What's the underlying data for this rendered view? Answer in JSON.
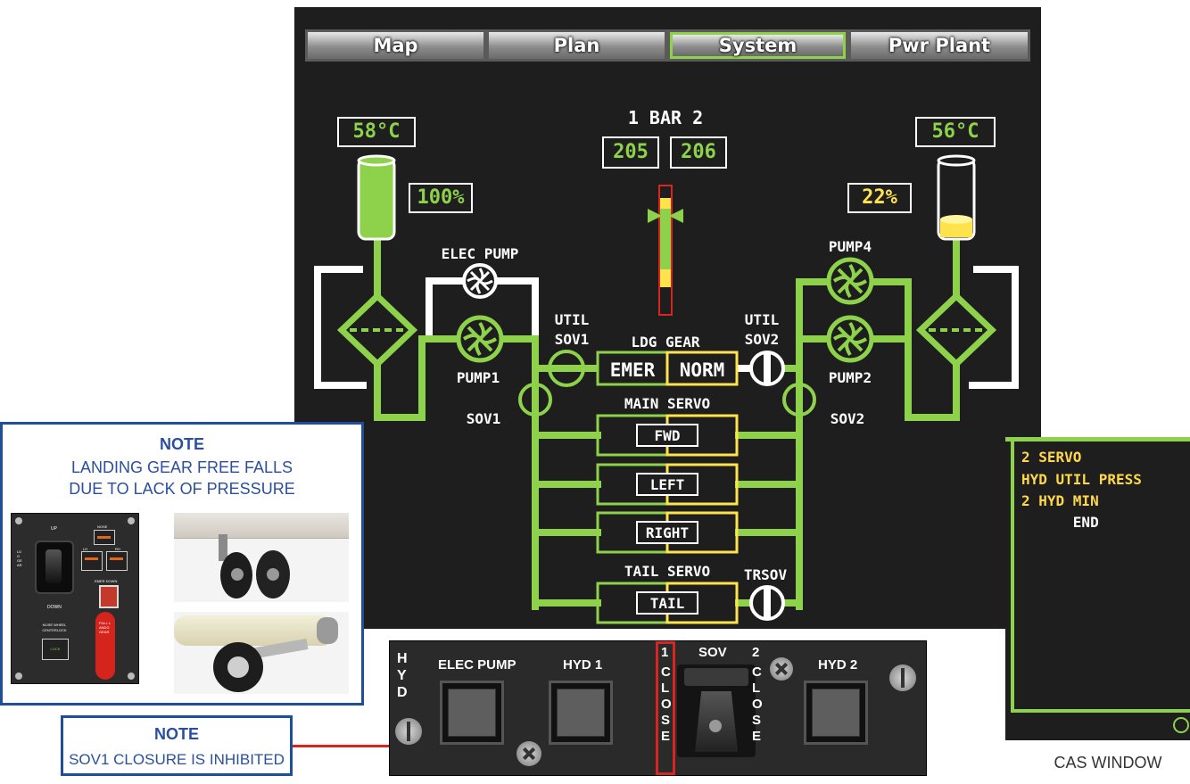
{
  "tabs": [
    {
      "label": "Map",
      "active": false
    },
    {
      "label": "Plan",
      "active": false
    },
    {
      "label": "System",
      "active": true
    },
    {
      "label": "Pwr Plant",
      "active": false
    }
  ],
  "system": {
    "left_temp": "58°C",
    "right_temp": "56°C",
    "left_qty": "100%",
    "right_qty": "22%",
    "bar_title": "1 BAR 2",
    "bar_left": "205",
    "bar_right": "206",
    "labels": {
      "elec_pump": "ELEC PUMP",
      "pump1": "PUMP1",
      "pump2": "PUMP2",
      "pump4": "PUMP4",
      "util_sov1_a": "UTIL",
      "util_sov1_b": "SOV1",
      "util_sov2_a": "UTIL",
      "util_sov2_b": "SOV2",
      "sov1": "SOV1",
      "sov2": "SOV2",
      "ldg_gear": "LDG GEAR",
      "emer": "EMER",
      "norm": "NORM",
      "main_servo": "MAIN SERVO",
      "fwd": "FWD",
      "left": "LEFT",
      "right": "RIGHT",
      "tail_servo": "TAIL SERVO",
      "tail": "TAIL",
      "trsov": "TRSOV"
    }
  },
  "note1": {
    "title": "NOTE",
    "line1": "LANDING GEAR FREE FALLS",
    "line2": "DUE TO LACK OF PRESSURE"
  },
  "note2": {
    "title": "NOTE",
    "line1": "SOV1 CLOSURE IS INHIBITED"
  },
  "gear_panel": {
    "up": "UP",
    "down": "DOWN",
    "ldg_gear_vertical": "LDG GEAR",
    "nose": "NOSE",
    "lh": "LH",
    "rh": "RH",
    "emer_down": "EMER DOWN",
    "nose_wheel": "NOSE WHEEL",
    "centerlock": "CENTERLOCK",
    "lock": "LOCK",
    "pull": "PULL LANDG GEAR"
  },
  "hyd_panel": {
    "hyd_vertical": "HYD",
    "elec_pump": "ELEC PUMP",
    "hyd1": "HYD 1",
    "sov": "SOV",
    "hyd2": "HYD 2",
    "close1_num": "1",
    "close1": "CLOSE",
    "close2_num": "2",
    "close2": "CLOSE"
  },
  "cas": {
    "lines": [
      "2 SERVO",
      "HYD UTIL PRESS",
      "2 HYD MIN",
      "      END"
    ],
    "caption": "CAS WINDOW"
  },
  "colors": {
    "green": "#8dd24a",
    "yellow": "#ffe34d",
    "red": "#d9251f",
    "note_blue": "#1f4e9a"
  }
}
